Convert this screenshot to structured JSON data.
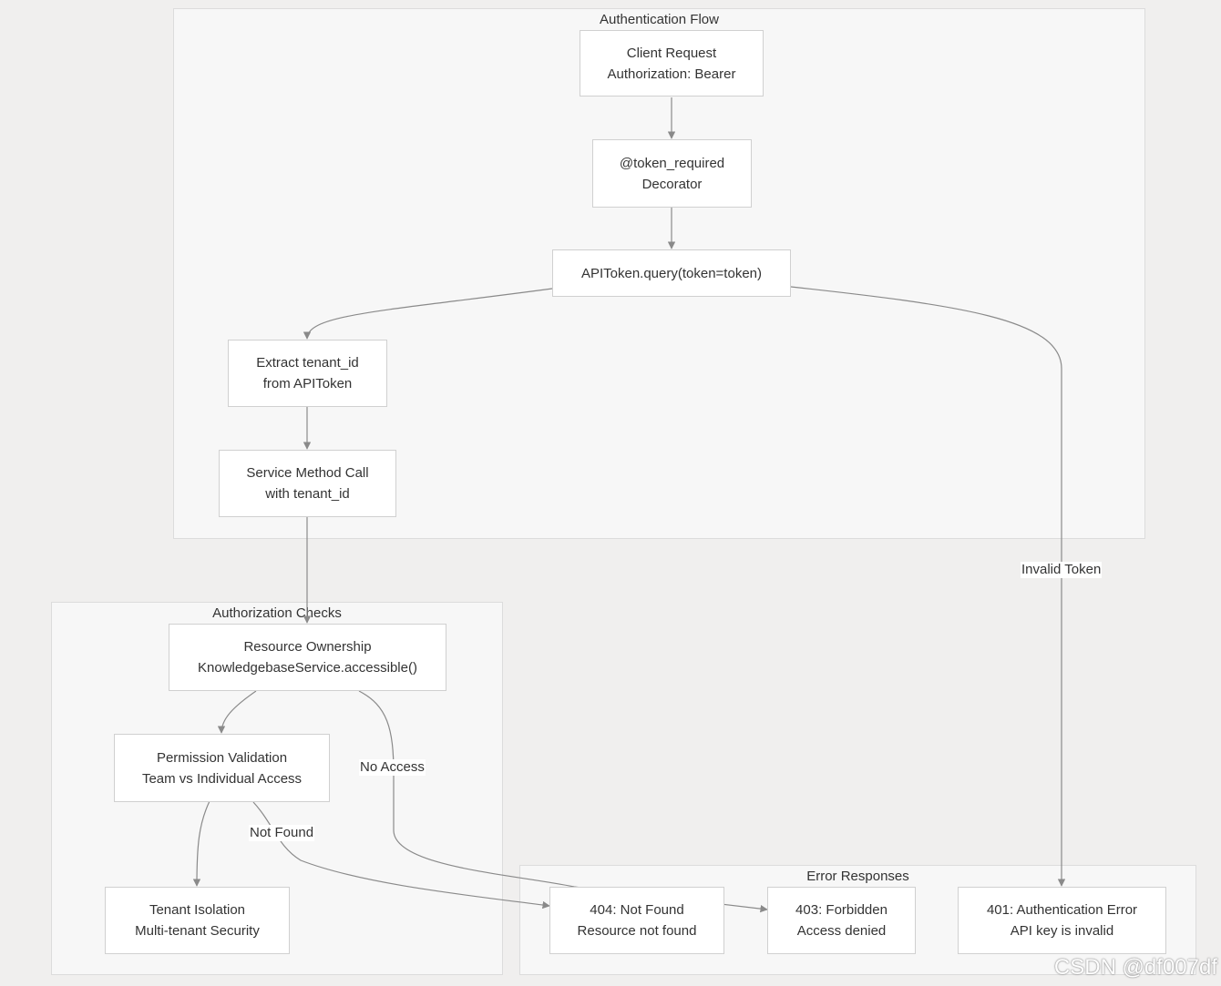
{
  "clusters": {
    "auth_flow": "Authentication Flow",
    "authz_checks": "Authorization Checks",
    "error_responses": "Error Responses"
  },
  "nodes": {
    "client_request": [
      "Client Request",
      "Authorization: Bearer"
    ],
    "token_required": [
      "@token_required",
      "Decorator"
    ],
    "api_token_query": [
      "APIToken.query(token=token)"
    ],
    "extract_tenant": [
      "Extract tenant_id",
      "from APIToken"
    ],
    "service_call": [
      "Service Method Call",
      "with tenant_id"
    ],
    "resource_ownership": [
      "Resource Ownership",
      "KnowledgebaseService.accessible()"
    ],
    "permission_validation": [
      "Permission Validation",
      "Team vs Individual Access"
    ],
    "tenant_isolation": [
      "Tenant Isolation",
      "Multi-tenant Security"
    ],
    "err_404": [
      "404: Not Found",
      "Resource not found"
    ],
    "err_403": [
      "403: Forbidden",
      "Access denied"
    ],
    "err_401": [
      "401: Authentication Error",
      "API key is invalid"
    ]
  },
  "edge_labels": {
    "invalid_token": "Invalid Token",
    "no_access": "No Access",
    "not_found": "Not Found"
  },
  "watermark": "CSDN @df007df",
  "colors": {
    "background": "#f0efee",
    "cluster_fill": "#f7f7f7",
    "node_fill": "#ffffff",
    "edge": "#8a8a8a"
  }
}
